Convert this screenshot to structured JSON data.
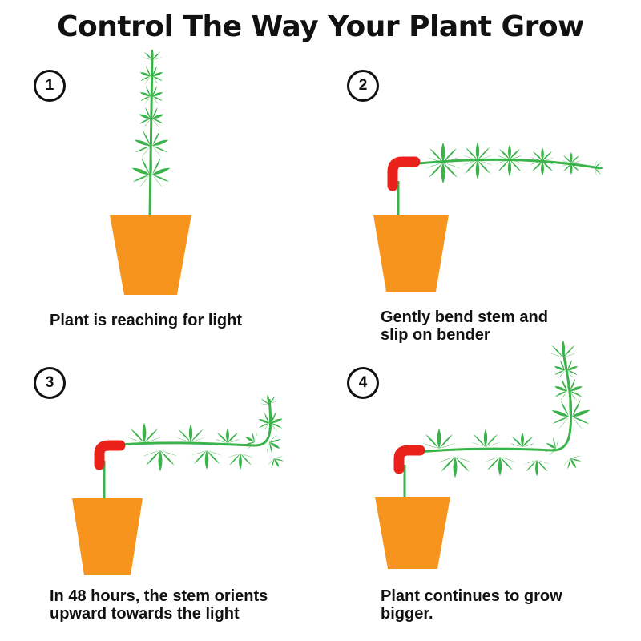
{
  "title": "Control The Way Your Plant Grow",
  "colors": {
    "pot": "#f7941d",
    "leaf": "#3ab34a",
    "stem": "#3ab34a",
    "bender": "#e8211b",
    "text": "#111111"
  },
  "steps": [
    {
      "number": "1",
      "caption_lines": [
        "Plant is reaching for light"
      ]
    },
    {
      "number": "2",
      "caption_lines": [
        "Gently bend stem and",
        "slip on bender"
      ]
    },
    {
      "number": "3",
      "caption_lines": [
        "In 48 hours, the stem orients",
        "upward towards the light"
      ]
    },
    {
      "number": "4",
      "caption_lines": [
        "Plant continues to grow",
        "bigger."
      ]
    }
  ]
}
